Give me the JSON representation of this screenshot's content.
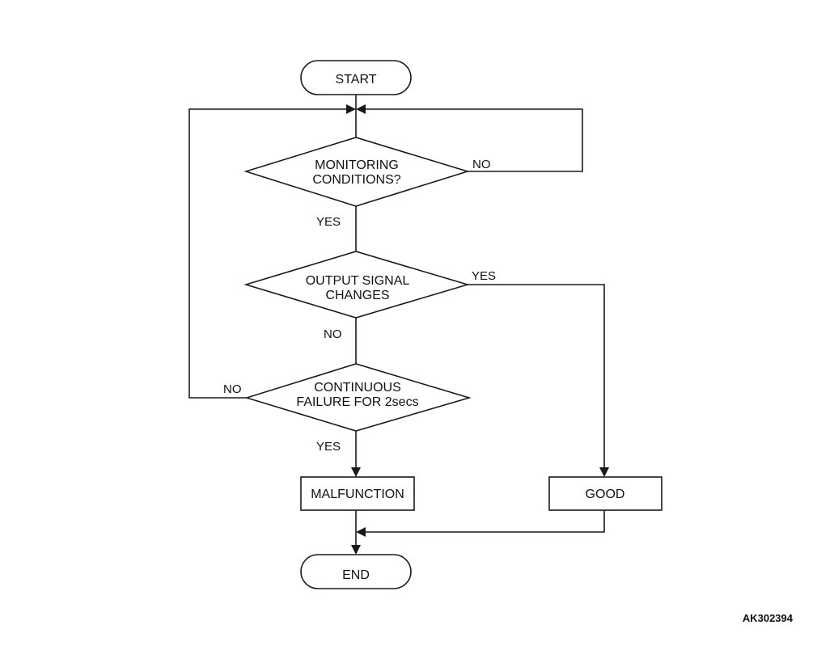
{
  "nodes": {
    "start": "START",
    "monitoring": [
      "MONITORING",
      "CONDITIONS?"
    ],
    "output_signal": [
      "OUTPUT SIGNAL",
      "CHANGES"
    ],
    "continuous_failure": [
      "CONTINUOUS",
      "FAILURE FOR 2secs"
    ],
    "malfunction": "MALFUNCTION",
    "good": "GOOD",
    "end": "END"
  },
  "edge_labels": {
    "monitoring_no": "NO",
    "monitoring_yes": "YES",
    "output_yes": "YES",
    "output_no": "NO",
    "failure_no": "NO",
    "failure_yes": "YES"
  },
  "figure_id": "AK302394"
}
